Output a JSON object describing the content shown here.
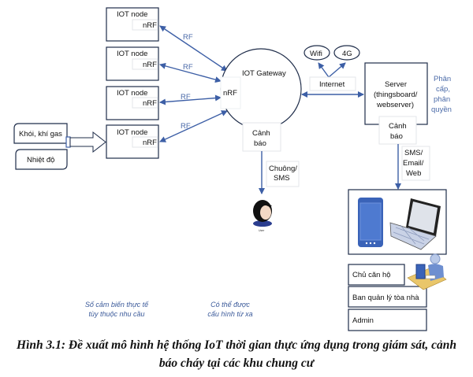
{
  "nodes": [
    {
      "title": "IOT node",
      "radio": "nRF",
      "link": "RF"
    },
    {
      "title": "IOT node",
      "radio": "nRF",
      "link": "RF"
    },
    {
      "title": "IOT node",
      "radio": "nRF",
      "link": "RF"
    },
    {
      "title": "IOT node",
      "radio": "nRF",
      "link": "RF"
    }
  ],
  "sensors": [
    "Khói, khí gas",
    "Nhiệt độ"
  ],
  "gateway": {
    "title": "IOT Gateway",
    "radio": "nRF",
    "alert_line1": "Cảnh",
    "alert_line2": "báo",
    "channel_line1": "Chuông/",
    "channel_line2": "SMS",
    "user_label": "User"
  },
  "internet": {
    "label": "Internet",
    "wifi": "Wifi",
    "cellular": "4G"
  },
  "server": {
    "line1": "Server",
    "line2": "(thingsboard/",
    "line3": "webserver)",
    "alert_line1": "Cảnh",
    "alert_line2": "báo",
    "channel_line1": "SMS/",
    "channel_line2": "Email/",
    "channel_line3": "Web"
  },
  "permissions_note": [
    "Phân",
    "cấp,",
    "phân",
    "quyền"
  ],
  "roles": [
    "Chủ căn hộ",
    "Ban quản lý tòa nhà",
    "Admin"
  ],
  "notes": {
    "sensors_line1": "Số cảm biến thực tế",
    "sensors_line2": "tùy thuộc nhu cầu",
    "config_line1": "Có thể được",
    "config_line2": "cấu hình từ xa"
  },
  "caption": {
    "line1": "Hình 3.1: Đề xuất mô hình hệ thống IoT thời gian thực ứng dụng trong giám sát, cảnh",
    "line2": "báo cháy tại các khu chung cư"
  },
  "colors": {
    "arrow": "#3d5fa6",
    "box_border": "#1f2d4a",
    "note_text": "#3b5a9a"
  }
}
